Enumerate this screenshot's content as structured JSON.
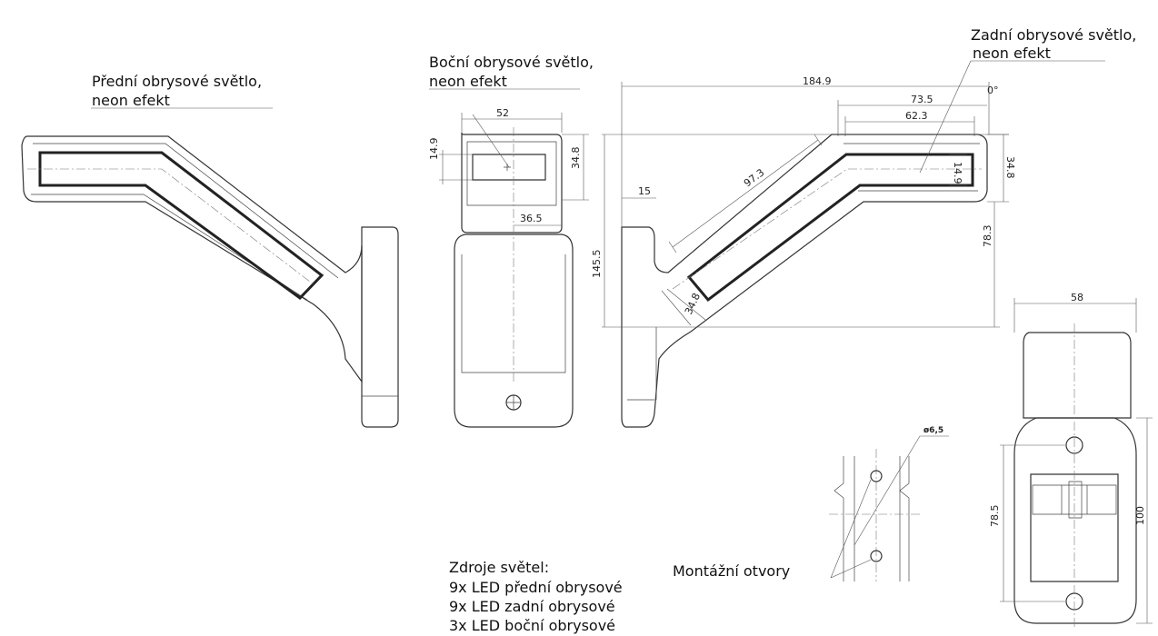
{
  "labels": {
    "front_l1": "Přední obrysové světlo,",
    "front_l2": "neon efekt",
    "side_l1": "Boční obrysové světlo,",
    "side_l2": "neon efekt",
    "rear_l1": "Zadní obrysové světlo,",
    "rear_l2": "neon efekt",
    "mount": "Montážní otvory",
    "sources_title": "Zdroje světel:",
    "sources": [
      "9x LED přední obrysové",
      "9x LED zadní obrysové",
      "3x LED boční obrysové"
    ]
  },
  "dims": {
    "d184": "184.9",
    "d73": "73.5",
    "d62": "62.3",
    "d52": "52",
    "d149a": "14.9",
    "d348a": "34.8",
    "d365": "36.5",
    "d15": "15",
    "d973": "97.3",
    "d348b": "34.8",
    "d1455": "145.5",
    "d348c": "34.8",
    "d783": "78.3",
    "d149b": "14.9",
    "d58": "58",
    "d785": "78.5",
    "d100": "100",
    "dhole": "ø6,5",
    "dangle": "0°"
  }
}
